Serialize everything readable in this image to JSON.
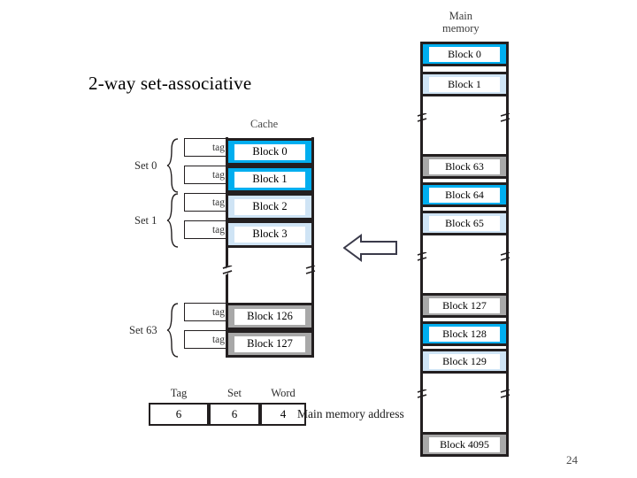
{
  "slide": {
    "title": "2-way set-associative",
    "page_number": "24"
  },
  "cache": {
    "label": "Cache",
    "tag_label": "tag",
    "sets": [
      {
        "label": "Set 0"
      },
      {
        "label": "Set 1"
      },
      {
        "label": "Set 63"
      }
    ],
    "blocks": [
      {
        "label": "Block 0",
        "style": "cyan"
      },
      {
        "label": "Block 1",
        "style": "cyan"
      },
      {
        "label": "Block 2",
        "style": "pale"
      },
      {
        "label": "Block 3",
        "style": "pale"
      },
      {
        "label": "Block 126",
        "style": "gray"
      },
      {
        "label": "Block 127",
        "style": "gray"
      }
    ]
  },
  "main_memory": {
    "label_line1": "Main",
    "label_line2": "memory",
    "blocks": [
      {
        "label": "Block 0",
        "style": "cyan"
      },
      {
        "label": "Block 1",
        "style": "pale"
      },
      {
        "label": "Block 63",
        "style": "gray"
      },
      {
        "label": "Block 64",
        "style": "cyan"
      },
      {
        "label": "Block 65",
        "style": "pale"
      },
      {
        "label": "Block 127",
        "style": "gray"
      },
      {
        "label": "Block 128",
        "style": "cyan"
      },
      {
        "label": "Block 129",
        "style": "pale"
      },
      {
        "label": "Block 4095",
        "style": "gray"
      }
    ]
  },
  "address": {
    "caption": "Main memory address",
    "fields": [
      {
        "name": "Tag",
        "bits": "6"
      },
      {
        "name": "Set",
        "bits": "6"
      },
      {
        "name": "Word",
        "bits": "4"
      }
    ]
  },
  "colors": {
    "cyan": "#00aeef",
    "pale_blue": "#cfe4f5",
    "gray": "#a8a8a8",
    "outline": "#231f20",
    "background": "#ffffff"
  }
}
